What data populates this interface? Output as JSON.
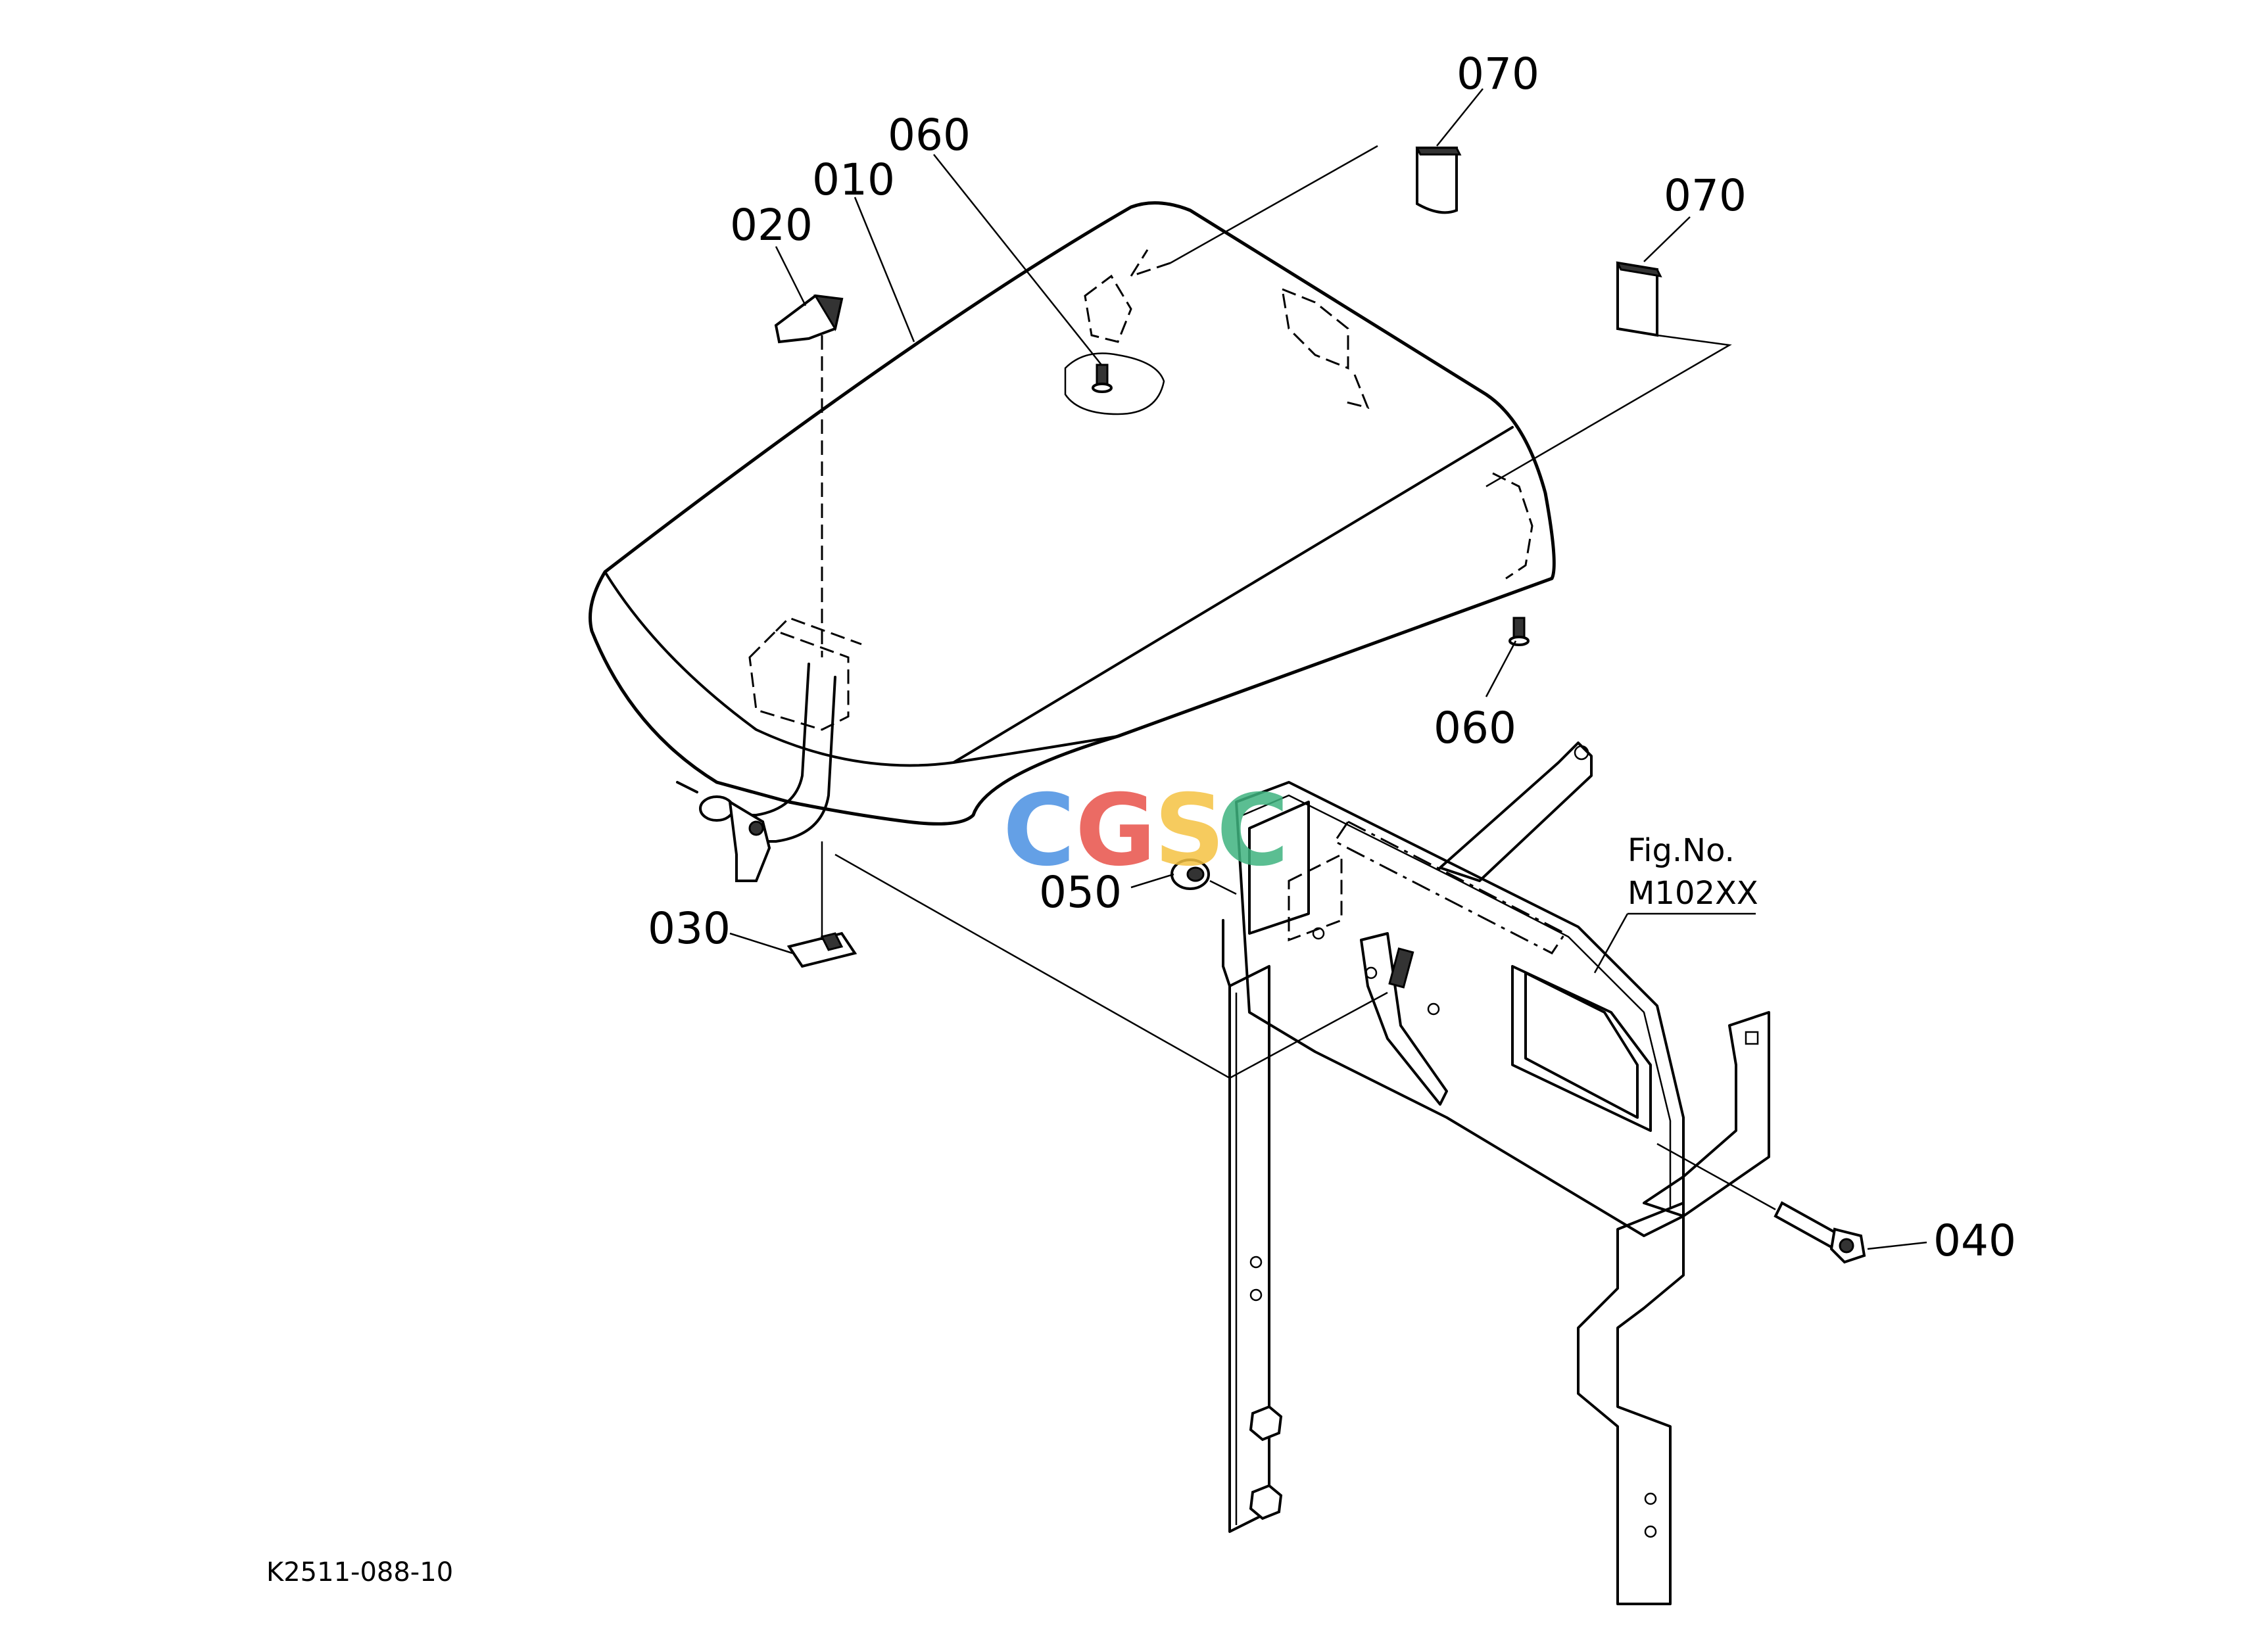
{
  "diagram": {
    "callouts": [
      {
        "id": "070a",
        "text": "070"
      },
      {
        "id": "070b",
        "text": "070"
      },
      {
        "id": "060a",
        "text": "060"
      },
      {
        "id": "010",
        "text": "010"
      },
      {
        "id": "020",
        "text": "020"
      },
      {
        "id": "060b",
        "text": "060"
      },
      {
        "id": "050",
        "text": "050"
      },
      {
        "id": "030",
        "text": "030"
      },
      {
        "id": "040",
        "text": "040"
      }
    ],
    "fig_ref": {
      "line1": "Fig.No.",
      "line2": "M102XX"
    },
    "drawing_code": "K2511-088-10",
    "watermark": {
      "letters": [
        "C",
        "G",
        "S",
        "C"
      ],
      "colors": [
        "#4a90e2",
        "#e8524a",
        "#f5c242",
        "#3fb37f"
      ]
    }
  }
}
